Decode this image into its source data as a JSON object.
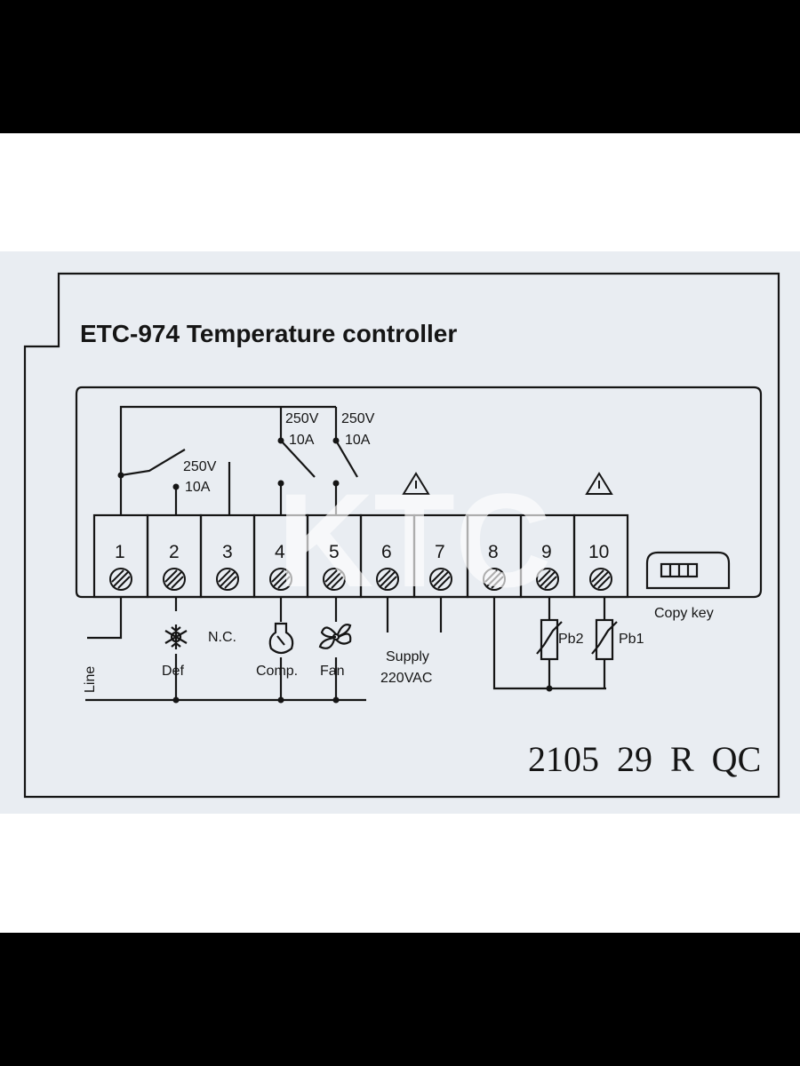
{
  "title": "ETC-974 Temperature controller",
  "terminals": [
    "1",
    "2",
    "3",
    "4",
    "5",
    "6",
    "7",
    "8",
    "9",
    "10"
  ],
  "ratings": {
    "relay_def_voltage": "250V",
    "relay_def_current": "10A",
    "relay_comp_voltage": "250V",
    "relay_comp_current": "10A",
    "relay_fan_voltage": "250V",
    "relay_fan_current": "10A"
  },
  "labels": {
    "line": "Line",
    "def": "Def",
    "nc": "N.C.",
    "comp": "Comp.",
    "fan": "Fan",
    "supply": "Supply",
    "supply_voltage": "220VAC",
    "pb2": "Pb2",
    "pb1": "Pb1",
    "copy_key": "Copy key"
  },
  "serial": "2105  29  R  QC",
  "watermark": "KTC",
  "icons": [
    "warning-triangle-icon",
    "snowflake-icon",
    "compressor-icon",
    "fan-icon",
    "thermistor-icon",
    "copy-key-port-icon"
  ],
  "colors": {
    "label_bg": "#e9edf2",
    "ink": "#151515",
    "frame": "#000000"
  }
}
